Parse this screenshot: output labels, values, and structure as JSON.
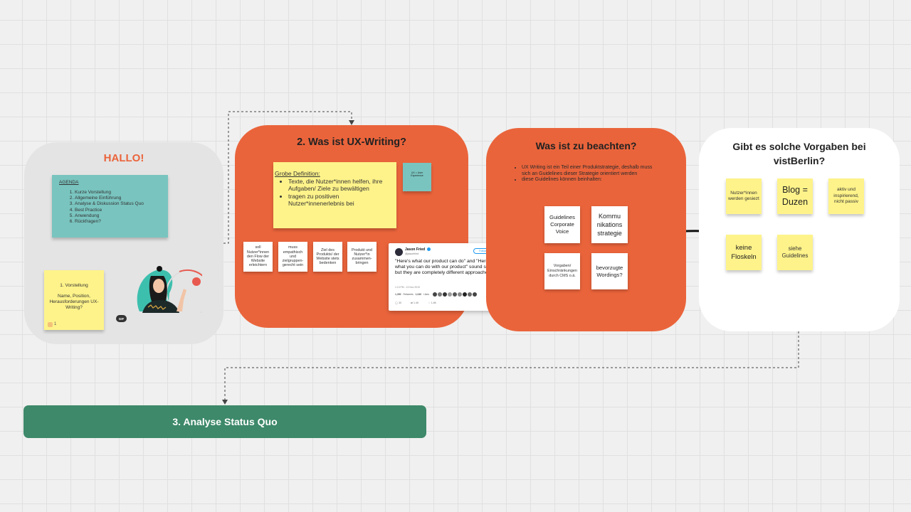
{
  "frames": {
    "hallo": {
      "title": "HALLO!",
      "agenda_title": "AGENDA",
      "agenda_items": [
        "Kurze Vorstellung",
        "Allgemeine Einführung",
        "Analyse & Diskussion Status Quo",
        "Best Practice",
        "Anwendung",
        "Rückfragen?"
      ],
      "vorstellung_lines": [
        "1. Vorstellung",
        "Name, Position, Herausforderungen UX-Writing?"
      ],
      "vote_count": "1",
      "gif_badge": "GIF"
    },
    "ux_writing": {
      "title": "2. Was ist UX-Writing?",
      "definition_heading": "Grobe Definition:",
      "definition_items": [
        "Texte, die Nutzer*innen helfen, ihre Aufgaben/ Ziele zu bewältigen",
        "tragen zu positiven Nutzer*innenerlebnis bei"
      ],
      "ux_note": "UX = User Experience",
      "cards": [
        "soll Nutzer*innen den Flow der Website erleichtern",
        "muss empathisch und zielgruppen-gerecht sein",
        "Ziel des Produkts/ der Website stets bedenken",
        "Produkt und Nutzer*in zusammen-bringen"
      ],
      "tweet": {
        "author": "Jason Fried",
        "handle": "@jasonfried",
        "follow": "Follow",
        "text": "\"Here's what our product can do\" and \"Here's what you can do with our product\" sound similar, but they are completely different approaches.",
        "time": "1:13 PM - 13 Nov 2019",
        "retweets": "1,390",
        "likes": "1,040",
        "reply_count": "30",
        "retweet_count": "1.4K",
        "like_count": "1.8K"
      }
    },
    "beachten": {
      "title": "Was ist zu beachten?",
      "bullets": [
        "UX Writing ist ein Teil einer Produktstrategie, deshalb muss sich an Guidelines dieser Strategie orientiert werden",
        "diese Guidelines können beinhalten:"
      ],
      "cards": [
        "Guidelines Corporate Voice",
        "Kommu nikations strategie",
        "Vorgaben/ Einschränkungen durch CMS o.ä.",
        "bevorzugte Wordings?"
      ]
    },
    "vorgaben": {
      "title": "Gibt es solche Vorgaben bei vistBerlin?",
      "notes": [
        "Nutzer*innen werden gesiezt",
        "Blog = Duzen",
        "aktiv und inspirierend, nicht passiv",
        "keine Floskeln",
        "siehe Guidelines"
      ]
    }
  },
  "analyse": {
    "label": "3. Analyse Status Quo"
  },
  "colors": {
    "orange": "#ea643b",
    "green": "#3d896a",
    "teal": "#79c4bf",
    "yellow": "#fef38a",
    "gray_frame": "#e4e4e4"
  }
}
